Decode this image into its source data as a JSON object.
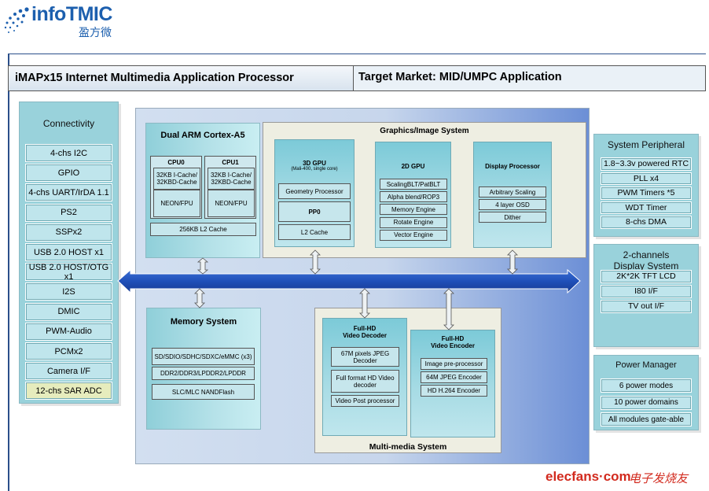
{
  "logo": {
    "brand": "infoTMIC",
    "brand_cn": "盈方微"
  },
  "header": {
    "left_title": "iMAPx15 Internet Multimedia Application Processor",
    "right_title": "Target Market: MID/UMPC Application"
  },
  "connectivity": {
    "title": "Connectivity",
    "items": [
      "4-chs I2C",
      "GPIO",
      "4-chs UART/IrDA 1.1",
      "PS2",
      "SSPx2",
      "USB 2.0 HOST x1",
      "USB 2.0 HOST/OTG x1",
      "I2S",
      "DMIC",
      "PWM-Audio",
      "PCMx2",
      "Camera I/F",
      "12-chs SAR ADC"
    ]
  },
  "arm": {
    "title": "Dual ARM Cortex-A5",
    "cpu0": {
      "name": "CPU0",
      "cache": "32KB I-Cache/ 32KBD-Cache",
      "neon": "NEON/FPU"
    },
    "cpu1": {
      "name": "CPU1",
      "cache": "32KB I-Cache/ 32KBD-Cache",
      "neon": "NEON/FPU"
    },
    "l2": "256KB L2 Cache"
  },
  "graphics": {
    "title": "Graphics/Image System",
    "gpu3d": {
      "title": "3D GPU",
      "subtitle": "(Mali-400, single core)",
      "items": [
        "Geometry Processor",
        "PP0",
        "L2 Cache"
      ]
    },
    "gpu2d": {
      "title": "2D GPU",
      "items": [
        "ScalingBLT/PatBLT",
        "Alpha blend/ROP3",
        "Memory Engine",
        "Rotate Engine",
        "Vector Engine"
      ]
    },
    "display": {
      "title": "Display Processor",
      "items": [
        "Arbitrary Scaling",
        "4 layer OSD",
        "Dither"
      ]
    }
  },
  "system_peripheral": {
    "title": "System Peripheral",
    "items": [
      "1.8~3.3v powered RTC",
      "PLL x4",
      "PWM Timers *5",
      "WDT Timer",
      "8-chs DMA"
    ]
  },
  "display_system": {
    "title_line1": "2-channels",
    "title_line2": "Display System",
    "items": [
      "2K*2K TFT LCD",
      "I80 I/F",
      "TV out I/F"
    ]
  },
  "power": {
    "title": "Power Manager",
    "items": [
      "6 power modes",
      "10 power domains",
      "All modules gate-able"
    ]
  },
  "memory": {
    "title": "Memory System",
    "items": [
      "SD/SDIO/SDHC/SDXC/eMMC (x3)",
      "DDR2/DDR3/LPDDR2/LPDDR",
      "SLC/MLC  NANDFlash"
    ]
  },
  "multimedia": {
    "title": "Multi-media System",
    "decoder": {
      "title_line1": "Full-HD",
      "title_line2": "Video Decoder",
      "items": [
        "67M pixels JPEG Decoder",
        "Full format HD Video decoder",
        "Video Post processor"
      ]
    },
    "encoder": {
      "title_line1": "Full-HD",
      "title_line2": "Video Encoder",
      "items": [
        "Image pre-processor",
        "64M JPEG Encoder",
        "HD H.264 Encoder"
      ]
    }
  },
  "watermark": {
    "site": "elecfans·com",
    "cn": "电子发烧友"
  },
  "colors": {
    "panel": "#99d2db",
    "item": "#bfe5ec",
    "bus": "#1f4fb8",
    "logo": "#1c5fae",
    "watermark": "#d22a1e"
  }
}
